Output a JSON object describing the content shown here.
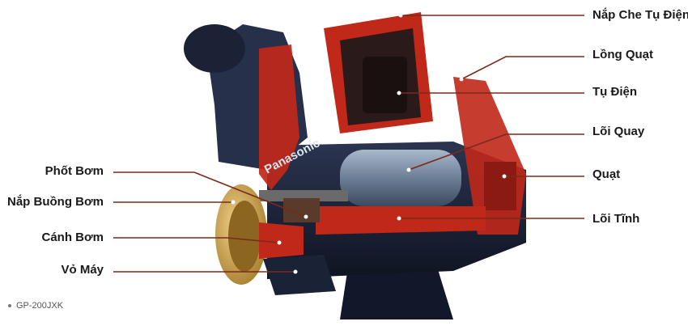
{
  "labels_right": [
    "Nắp Che Tụ Điện",
    "Lồng Quạt",
    "Tụ Điện",
    "Lõi Quay",
    "Quạt",
    "Lõi Tĩnh"
  ],
  "labels_left": [
    "Phốt Bơm",
    "Nắp Buồng Bơm",
    "Cánh Bơm",
    "Vỏ Máy"
  ],
  "brand_text": "Panasonic",
  "caption": "GP-200JXK",
  "colors": {
    "leader": "#7a2a1a",
    "cut": "#c0281a",
    "body": "#1c2438",
    "brass": "#c9a04a"
  }
}
